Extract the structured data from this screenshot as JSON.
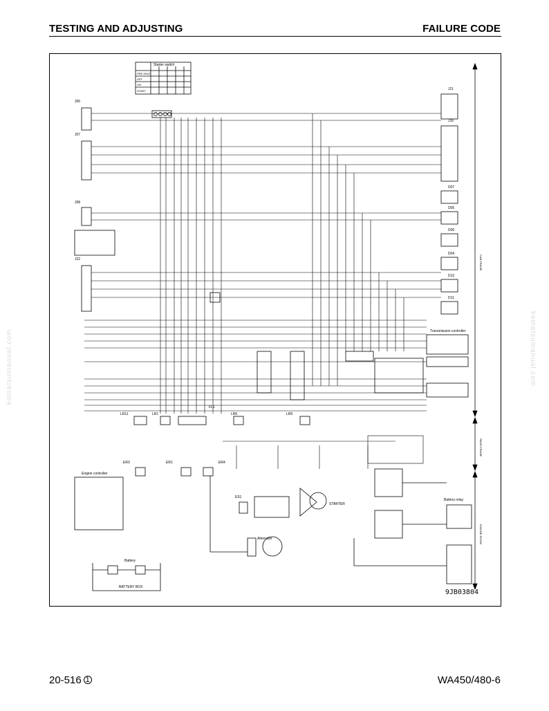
{
  "header": {
    "left": "TESTING AND ADJUSTING",
    "right": "FAILURE CODE"
  },
  "figure": {
    "code": "9JB03804",
    "description": "wiring-diagram",
    "labels": {
      "starter_switch": "Starter switch",
      "j06": "J06",
      "j07": "J07",
      "j08": "J08",
      "j22": "J22",
      "j11": "J11",
      "j16": "J16",
      "d07": "D07",
      "d05": "D05",
      "d06": "D06",
      "d04": "D04",
      "d12": "D12",
      "d11": "D11",
      "switch_positions": [
        "PRE HEAT",
        "OFF",
        "ON",
        "START"
      ],
      "lr11": "LR11",
      "lr1": "LR1",
      "fl1": "FL1",
      "lr5": "LR5",
      "lr9": "LR9",
      "er3": "ER3",
      "er1": "ER1",
      "er4": "ER4",
      "es1": "ES1",
      "engine_controller": "Engine controller",
      "transmission_controller": "Transmission controller",
      "battery": "Battery",
      "battery_box": "BATTERY BOX",
      "alternator": "Alternator",
      "starter": "STARTER",
      "battery_relay": "Battery relay",
      "cab_frame": "CAB FRAME",
      "rear_frame": "REAR FRAME",
      "engine_room": "ENGINE ROOM"
    }
  },
  "watermark": "komatsumanual.com",
  "footer": {
    "page": "20-516",
    "rev": "1",
    "model": "WA450/480-6"
  }
}
